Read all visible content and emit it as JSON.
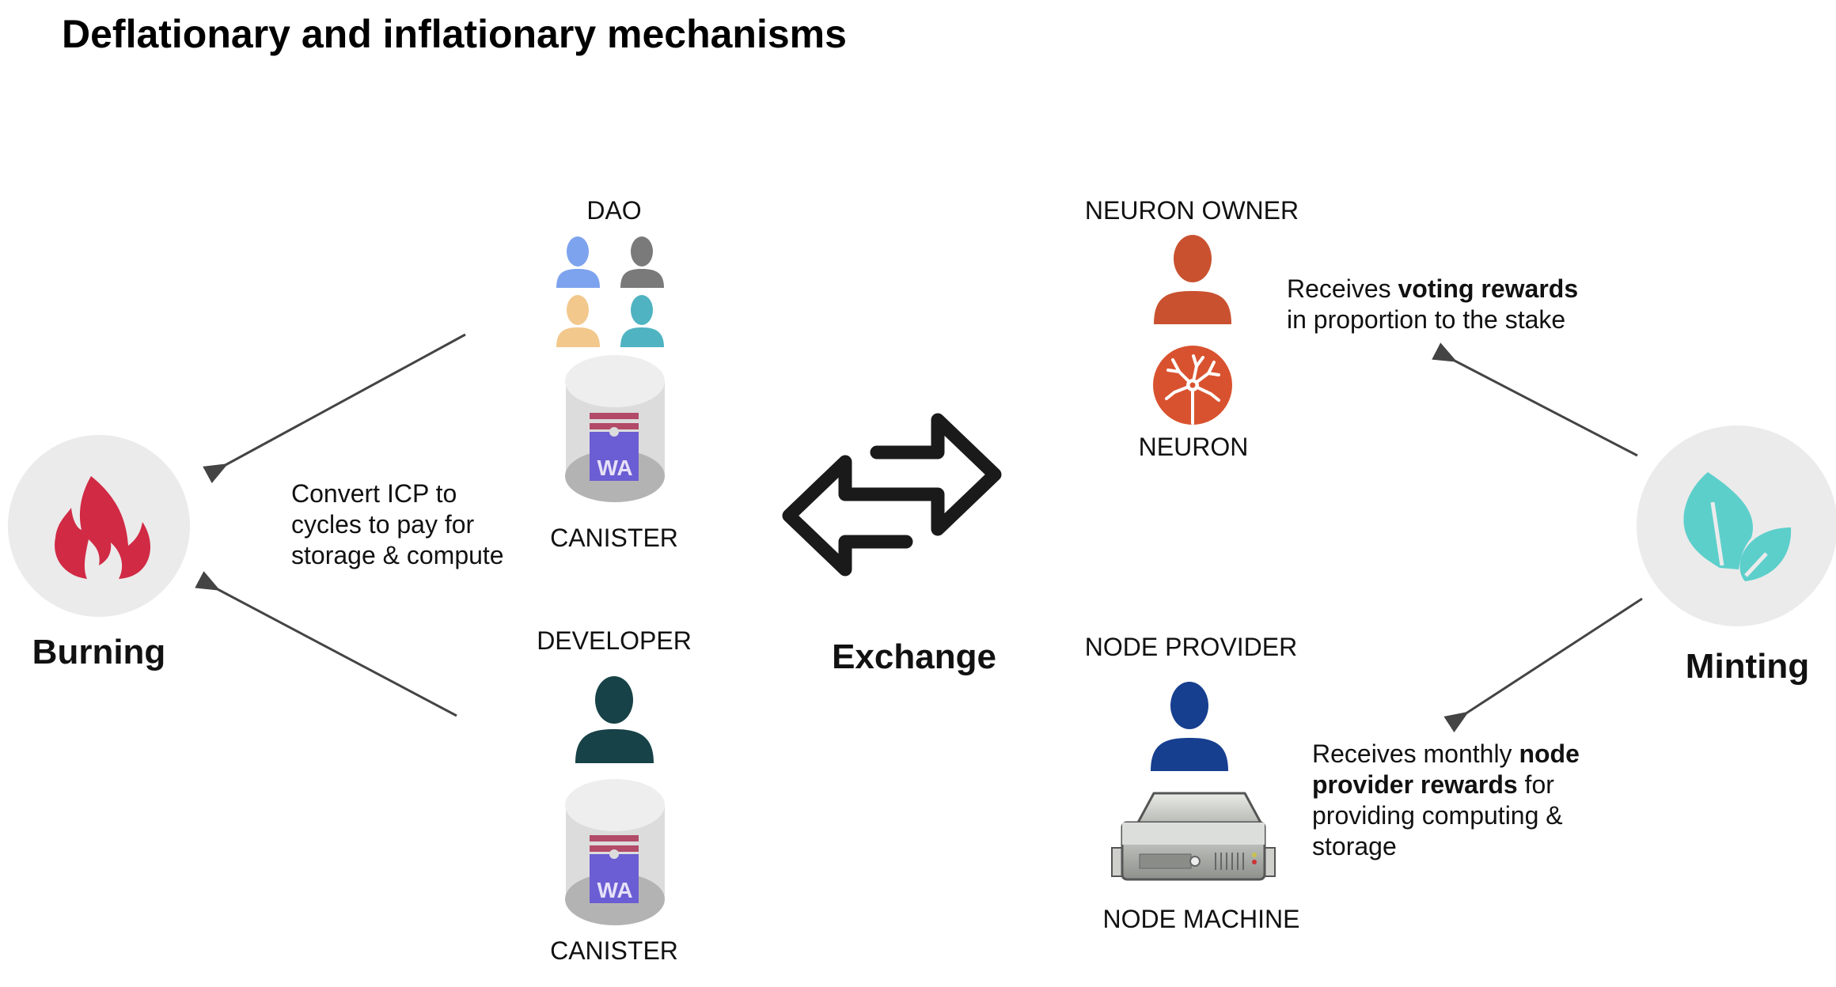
{
  "title": "Deflationary and inflationary mechanisms",
  "burning": {
    "label": "Burning",
    "icon": "fire-icon",
    "icon_color": "#d12a45",
    "description_lines": [
      "Convert ICP to",
      "cycles to pay for",
      "storage & compute"
    ]
  },
  "dao": {
    "label": "DAO",
    "icon": "group-of-people-icon",
    "people_colors": [
      "#7ea3ee",
      "#7a7a7a",
      "#f2c88c",
      "#4fb3c1"
    ],
    "canister_label": "CANISTER",
    "canister_badge": "WA"
  },
  "developer": {
    "label": "DEVELOPER",
    "icon": "person-icon",
    "icon_color": "#174247",
    "canister_label": "CANISTER",
    "canister_badge": "WA"
  },
  "exchange": {
    "label": "Exchange",
    "icon": "exchange-arrows-icon"
  },
  "neuron_owner": {
    "label": "NEURON OWNER",
    "icon_color": "#c9512f",
    "neuron_label": "NEURON",
    "neuron_color": "#d9522f",
    "reward_text_prefix": "Receives ",
    "reward_text_bold": "voting rewards",
    "reward_text_line2": "in proportion to the stake"
  },
  "node_provider": {
    "label": "NODE PROVIDER",
    "icon_color": "#173f8f",
    "machine_label": "NODE MACHINE",
    "reward_line1_prefix": "Receives monthly ",
    "reward_line1_bold": "node",
    "reward_line2_bold": "provider rewards",
    "reward_line2_suffix": " for",
    "reward_line3": "providing computing &",
    "reward_line4": "storage"
  },
  "minting": {
    "label": "Minting",
    "icon": "leaves-icon",
    "icon_color": "#5ccfcb"
  },
  "colors": {
    "circle_bg": "#ebebeb",
    "arrow": "#444444",
    "canister_badge": "#6b5dd3",
    "canister_stripes": "#b24a68"
  }
}
